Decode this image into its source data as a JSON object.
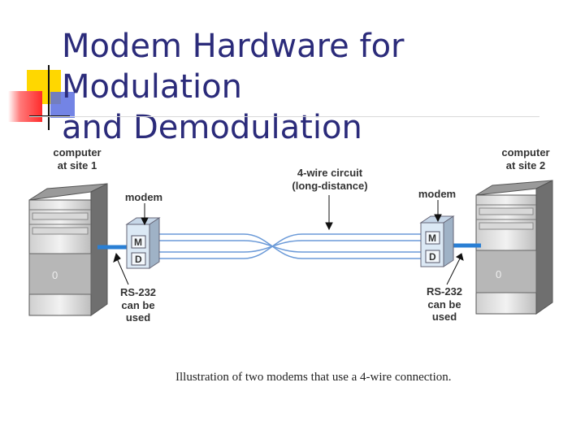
{
  "title": {
    "line1": "Modem Hardware for Modulation",
    "line2": "and Demodulation"
  },
  "diagram": {
    "site1": {
      "line1": "computer",
      "line2": "at site 1"
    },
    "site2": {
      "line1": "computer",
      "line2": "at site 2"
    },
    "modem_left_label": "modem",
    "modem_right_label": "modem",
    "circuit": {
      "line1": "4-wire circuit",
      "line2": "(long-distance)"
    },
    "modem_m": "M",
    "modem_d": "D",
    "rs232_left": {
      "line1": "RS-232",
      "line2": "can be",
      "line3": "used"
    },
    "rs232_right": {
      "line1": "RS-232",
      "line2": "can be",
      "line3": "used"
    },
    "drive_glyph": "0"
  },
  "caption": "Illustration of two modems that use a 4-wire connection.",
  "colors": {
    "title": "#2b2b7a",
    "accent_yellow": "#ffd700",
    "accent_red": "#ff3b3b",
    "accent_blue": "#3d5bd1",
    "wire_blue": "#6b9ad8",
    "rs232_cable": "#2a7fd4",
    "modem_face": "#dce9f5"
  }
}
